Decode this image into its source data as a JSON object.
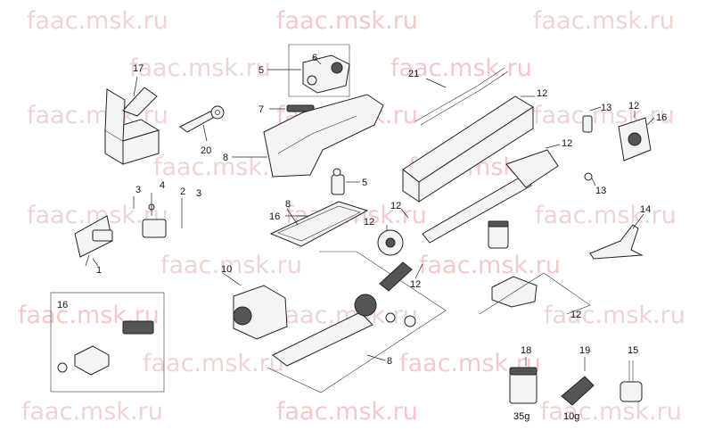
{
  "watermark": "faac.msk.ru",
  "callouts": {
    "c1": "1",
    "c2": "2",
    "c3a": "3",
    "c3b": "3",
    "c4": "4",
    "c5a": "5",
    "c5b": "5",
    "c6": "6",
    "c7": "7",
    "c8a": "8",
    "c8b": "8",
    "c8c": "8",
    "c10": "10",
    "c12a": "12",
    "c12b": "12",
    "c12c": "12",
    "c12d": "12",
    "c12e": "12",
    "c12f": "12",
    "c12g": "12",
    "c13a": "13",
    "c13b": "13",
    "c14": "14",
    "c15": "15",
    "c16a": "16",
    "c16b": "16",
    "c16c": "16",
    "c17": "17",
    "c18": "18",
    "c19": "19",
    "c20": "20",
    "c21": "21"
  },
  "grease_jar_label": "35g",
  "tube_label": "10g"
}
